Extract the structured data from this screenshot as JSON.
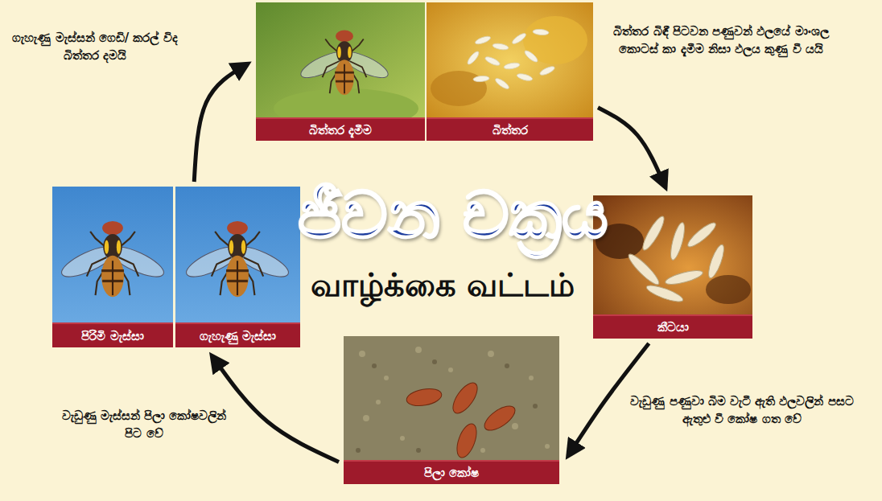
{
  "diagram": {
    "title": "ජීවන චක්‍රය",
    "nodes": [
      {
        "text": [
          "බිත්තර දැමීම"
        ]
      },
      {
        "text": [
          "බිත්තර"
        ]
      },
      {
        "text": [
          "කීටයා"
        ]
      },
      {
        "text": [
          "පිලා කෝෂ"
        ]
      },
      {
        "text": [
          "පිරිමි මැස්සා"
        ]
      },
      {
        "text": [
          "ගැහැණු මැස්සා"
        ]
      }
    ],
    "edges": [
      {
        "from": 1,
        "to": 2,
        "arrow": "to",
        "label": "බිත්තර බිඳී පිටවන පණුවන් ඵලයේ මාංශල කොටස් කා දැමීම නිසා ඵලය කුණු වී යයි"
      },
      {
        "from": 2,
        "to": 3,
        "arrow": "to",
        "label": "වැඩුණු පණුවා බිම වැටී ඇති ඵලවලින් පසට ඇතුළු වී කෝෂ ගත වේ"
      },
      {
        "from": 3,
        "to": 5,
        "arrow": "to",
        "label": "වැඩුණු මැස්සන් පිලා කෝෂවලින් පිට වේ"
      },
      {
        "from": 5,
        "to": 0,
        "arrow": "to",
        "label": "ගැහැණු මැස්සන් ගෙඩි/ කරල් විද බිත්තර දමයි"
      }
    ],
    "labels": [
      "வாழ்க்கை வட்டம்"
    ]
  }
}
